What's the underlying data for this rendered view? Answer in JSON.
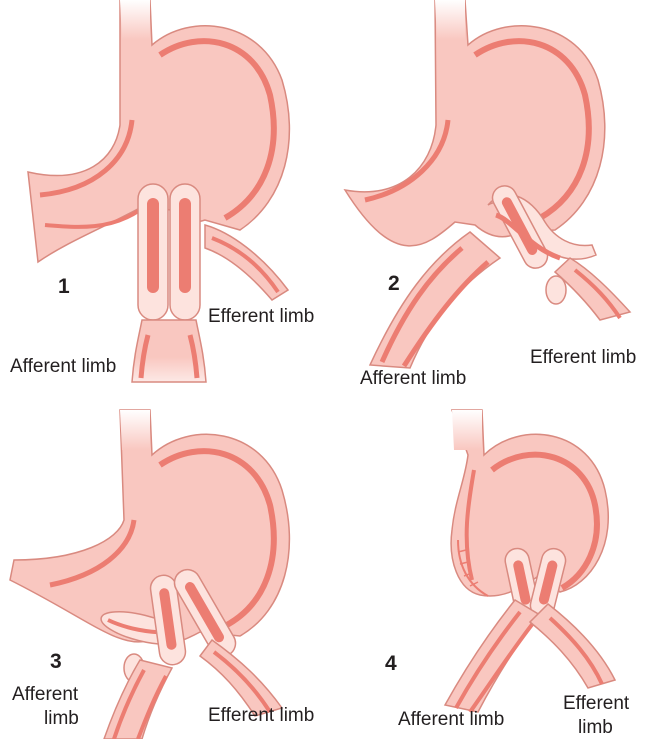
{
  "colors": {
    "background": "#ffffff",
    "tissue_fill": "#f9c7c0",
    "tissue_light": "#fde3de",
    "mucosa": "#ec7d72",
    "outline": "#d98a80",
    "text": "#231f20"
  },
  "panels": [
    {
      "number": "1",
      "afferent_label": "Afferent limb",
      "efferent_label": "Efferent limb"
    },
    {
      "number": "2",
      "afferent_label": "Afferent limb",
      "efferent_label": "Efferent limb"
    },
    {
      "number": "3",
      "afferent_label": [
        "Afferent",
        "limb"
      ],
      "efferent_label": "Efferent limb"
    },
    {
      "number": "4",
      "afferent_label": "Afferent limb",
      "efferent_label": [
        "Efferent",
        "limb"
      ]
    }
  ]
}
